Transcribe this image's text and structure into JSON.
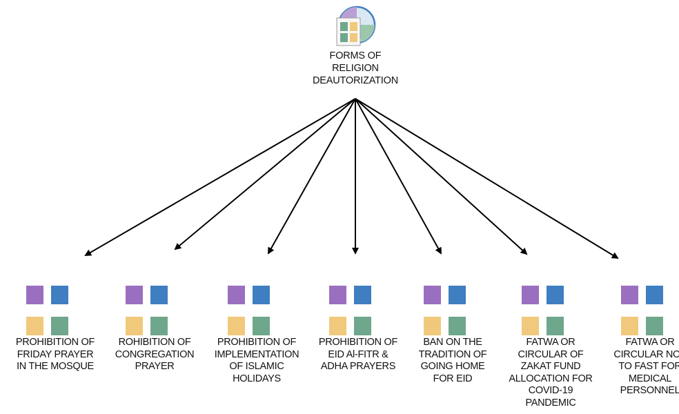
{
  "root": {
    "label": "FORMS OF\nRELIGION\nDEAUTORIZATION",
    "icon": "document-grid-icon"
  },
  "colors": {
    "purple": "#9b6fc0",
    "blue": "#3f7ec0",
    "yellow": "#f0c97c",
    "green": "#6fa78d",
    "arrow": "#000000"
  },
  "children": [
    {
      "label": "PROHIBITION OF\nFRIDAY PRAYER\nIN THE MOSQUE"
    },
    {
      "label": "ROHIBITION OF\nCONGREGATION\nPRAYER"
    },
    {
      "label": "PROHIBITION OF\nIMPLEMENTATION\nOF ISLAMIC\nHOLIDAYS"
    },
    {
      "label": "PROHIBITION OF\nEID Al-FITR &\nADHA PRAYERS"
    },
    {
      "label": "BAN ON THE\nTRADITION OF\nGOING HOME\nFOR EID"
    },
    {
      "label": "FATWA OR\nCIRCULAR OF\nZAKAT FUND\nALLOCATION FOR\nCOVID-19\nPANDEMIC"
    },
    {
      "label": "FATWA OR\nCIRCULAR NOT\nTO FAST FOR\nMEDICAL\nPERSONNEL"
    }
  ]
}
